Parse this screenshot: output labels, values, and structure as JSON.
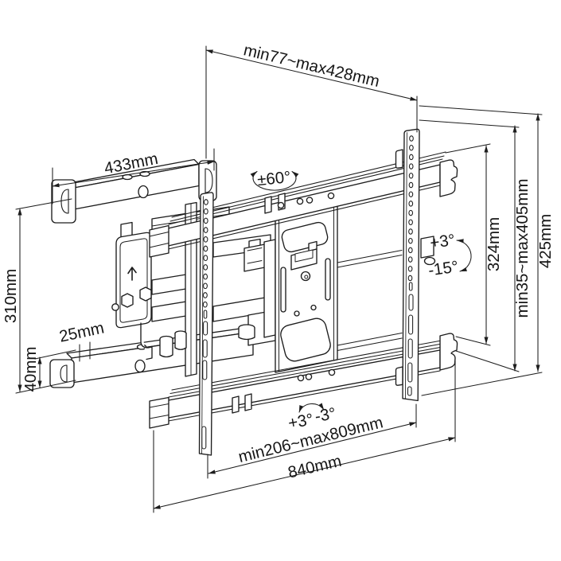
{
  "diagram": {
    "background": "#ffffff",
    "line_color": "#1d1d1d",
    "text_color": "#161616",
    "labels": {
      "extension_depth": "min77~max428mm",
      "wall_rail_width": "433mm",
      "swivel_range": "±60°",
      "inner_frame_height": "324mm",
      "vesa_height_range": "min35~max405mm",
      "bracket_total_height": "425mm",
      "tilt_up": "+3°",
      "tilt_down": "-15°",
      "wall_plate_height": "310mm",
      "wall_rail_depth": "25mm",
      "wall_rail_height": "40mm",
      "level_adjust_plus": "+3°",
      "level_adjust_minus": "-3°",
      "vesa_width_range": "min206~max809mm",
      "bracket_total_width": "840mm"
    }
  }
}
